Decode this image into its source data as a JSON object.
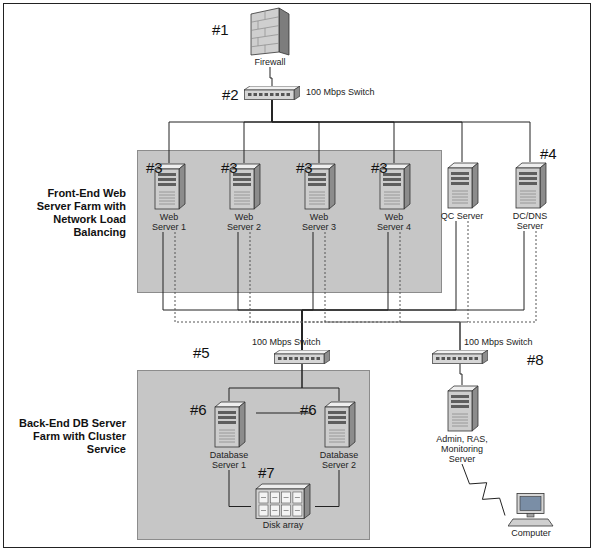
{
  "diagram": {
    "nodes": [
      {
        "text": [
          "Firewall"
        ]
      },
      {
        "text": [
          "100 Mbps Switch"
        ]
      },
      {
        "text": [
          "Front-End Web Server Farm with Network Load Balancing"
        ]
      },
      {
        "text": [
          "Web Server 1"
        ],
        "in": 2
      },
      {
        "text": [
          "Web Server 2"
        ],
        "in": 2
      },
      {
        "text": [
          "Web Server 3"
        ],
        "in": 2
      },
      {
        "text": [
          "Web Server 4"
        ],
        "in": 2
      },
      {
        "text": [
          "QC Server"
        ]
      },
      {
        "text": [
          "DC/DNS Server"
        ]
      },
      {
        "text": [
          "100 Mbps Switch"
        ]
      },
      {
        "text": [
          "100 Mbps Switch"
        ]
      },
      {
        "text": [
          "Back-End DB Server Farm with Cluster Service"
        ]
      },
      {
        "text": [
          "Database Server 1"
        ],
        "in": 11
      },
      {
        "text": [
          "Database Server 2"
        ],
        "in": 11
      },
      {
        "text": [
          "Disk array"
        ],
        "in": 11
      },
      {
        "text": [
          "Admin, RAS, Monitoring Server"
        ]
      },
      {
        "text": [
          "Computer"
        ]
      }
    ],
    "edges": [
      {
        "from": 0,
        "to": 1,
        "arrow": "none"
      },
      {
        "from": 1,
        "to": 3,
        "arrow": "none"
      },
      {
        "from": 1,
        "to": 4,
        "arrow": "none"
      },
      {
        "from": 1,
        "to": 5,
        "arrow": "none"
      },
      {
        "from": 1,
        "to": 6,
        "arrow": "none"
      },
      {
        "from": 1,
        "to": 7,
        "arrow": "none"
      },
      {
        "from": 1,
        "to": 8,
        "arrow": "none"
      },
      {
        "from": 3,
        "to": 9,
        "arrow": "none"
      },
      {
        "from": 4,
        "to": 9,
        "arrow": "none"
      },
      {
        "from": 5,
        "to": 9,
        "arrow": "none"
      },
      {
        "from": 6,
        "to": 9,
        "arrow": "none"
      },
      {
        "from": 7,
        "to": 9,
        "arrow": "none"
      },
      {
        "from": 8,
        "to": 9,
        "arrow": "none"
      },
      {
        "from": 3,
        "to": 10,
        "arrow": "none"
      },
      {
        "from": 4,
        "to": 10,
        "arrow": "none"
      },
      {
        "from": 5,
        "to": 10,
        "arrow": "none"
      },
      {
        "from": 6,
        "to": 10,
        "arrow": "none"
      },
      {
        "from": 7,
        "to": 10,
        "arrow": "none"
      },
      {
        "from": 8,
        "to": 10,
        "arrow": "none"
      },
      {
        "from": 9,
        "to": 12,
        "arrow": "none"
      },
      {
        "from": 9,
        "to": 13,
        "arrow": "none"
      },
      {
        "from": 12,
        "to": 13,
        "arrow": "none"
      },
      {
        "from": 12,
        "to": 14,
        "arrow": "none"
      },
      {
        "from": 13,
        "to": 14,
        "arrow": "none"
      },
      {
        "from": 10,
        "to": 15,
        "arrow": "none"
      },
      {
        "from": 15,
        "to": 16,
        "arrow": "none"
      }
    ],
    "labels": [
      "#1",
      "#2",
      "#3",
      "#3",
      "#3",
      "#3",
      "#4",
      "#5",
      "#6",
      "#6",
      "#7",
      "#8"
    ]
  }
}
